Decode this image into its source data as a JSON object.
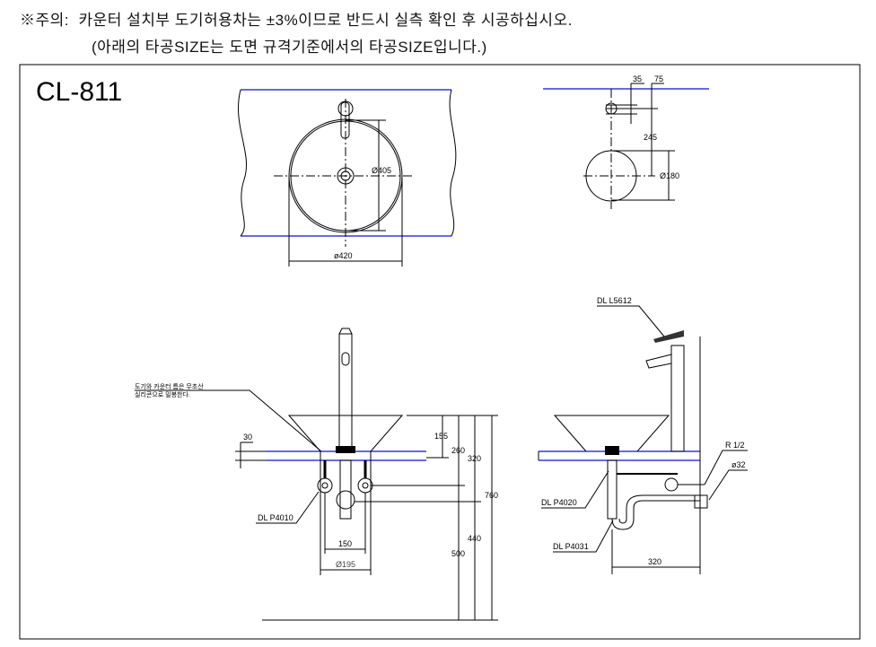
{
  "notice": {
    "line1": "※주의:  카운터 설치부 도기허용차는 ±3%이므로 반드시 실측 확인 후 시공하십시오.",
    "line2": "(아래의 타공SIZE는 도면 규격기준에서의 타공SIZE입니다.)"
  },
  "model": "CL-811",
  "top_view": {
    "dia_outer": "ø420",
    "dia_inner": "Ø405"
  },
  "side_top_view": {
    "dim_35": "35",
    "dim_75": "75",
    "dim_245": "245",
    "dia": "Ø180"
  },
  "front_view": {
    "note_line1": "도기와 카운터 틈은 무초산",
    "note_line2": "실리콘으로 밀봉한다.",
    "counter_thickness": "30",
    "dims": {
      "d155": "155",
      "d260": "260",
      "d320": "320",
      "d760": "760",
      "d440": "440",
      "d500": "500",
      "d150": "150",
      "d195": "Ø195"
    },
    "part_trap": "DL  P4010"
  },
  "side_view": {
    "part_faucet": "DL  L5612",
    "part_drain": "DL  P4020",
    "part_trap": "DL  P4031",
    "supply": "R 1/2",
    "waste": "ø32",
    "dim_wall": "320"
  }
}
